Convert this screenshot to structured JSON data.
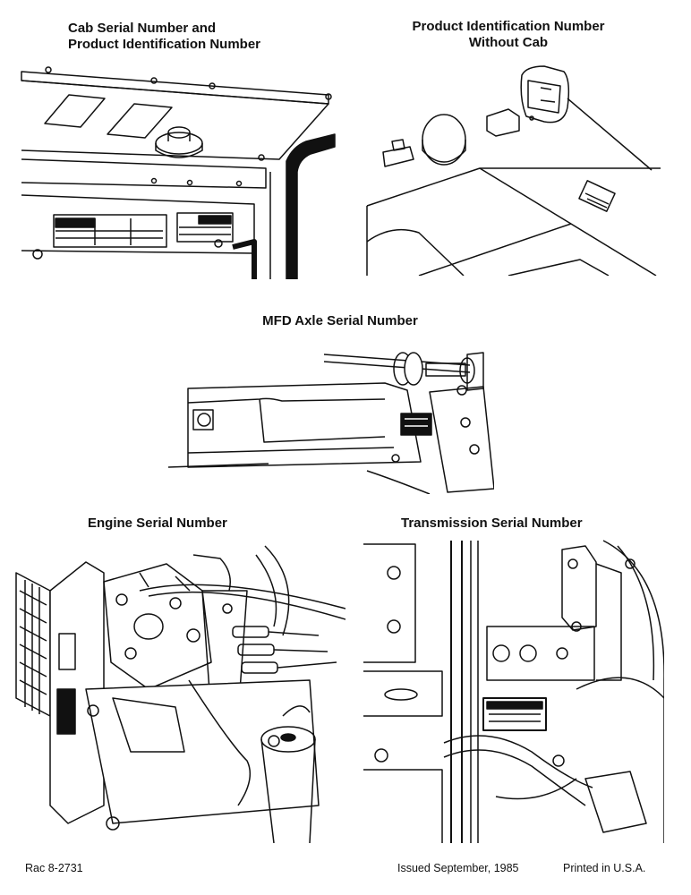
{
  "sections": {
    "cab": {
      "line1": "Cab Serial Number and",
      "line2": "Product Identification Number"
    },
    "pin_no_cab": {
      "line1": "Product Identification Number",
      "line2": "Without Cab"
    },
    "mfd_axle": {
      "title": "MFD Axle Serial Number"
    },
    "engine": {
      "title": "Engine Serial Number"
    },
    "transmission": {
      "title": "Transmission Serial Number"
    }
  },
  "footer": {
    "ref": "Rac 8-2731",
    "issued": "Issued September, 1985",
    "printed": "Printed in U.S.A."
  }
}
